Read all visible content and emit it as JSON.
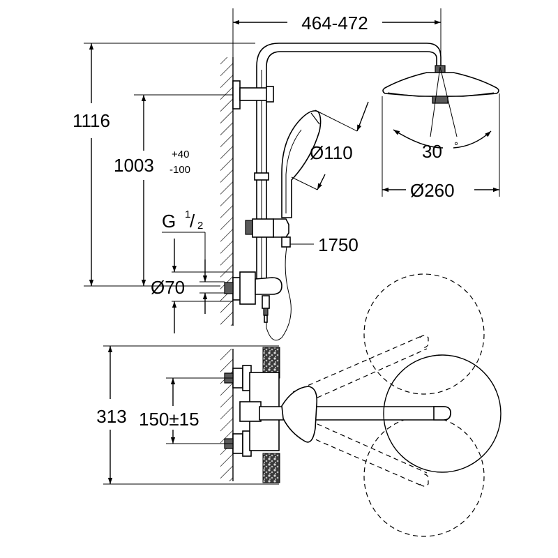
{
  "dimensions": {
    "head_arm_width": "464-472",
    "total_height": "1116",
    "adjustable_height_main": "1003",
    "adjustable_height_plus": "+40",
    "adjustable_height_minus": "-100",
    "thread_prefix": "G",
    "thread_numerator": "1",
    "thread_denominator": "2",
    "escutcheon_diameter": "Ø70",
    "hand_shower_diameter": "Ø110",
    "head_shower_diameter": "Ø260",
    "tilt_angle": "30",
    "tilt_angle_unit": "°",
    "hose_length": "1750",
    "mixer_height": "313",
    "inlet_spacing": "150±15"
  }
}
